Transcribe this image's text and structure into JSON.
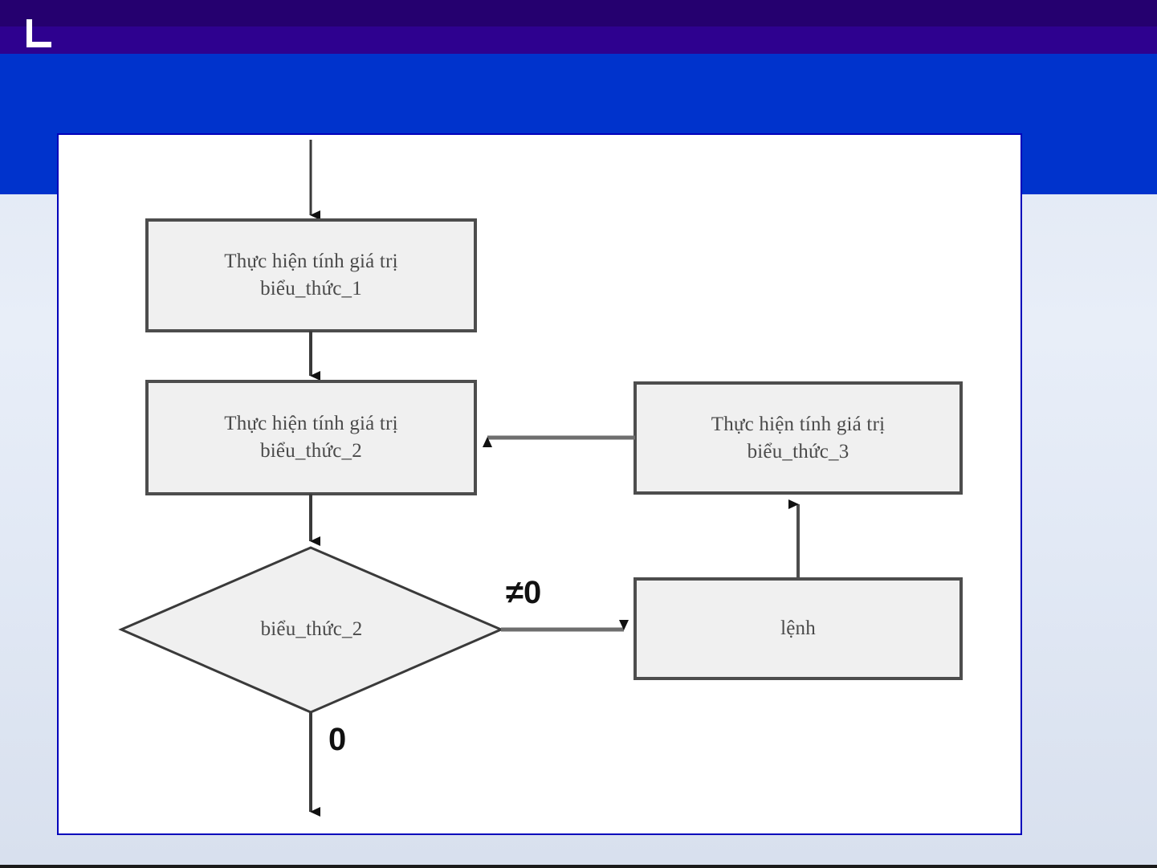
{
  "slide": {
    "background_accent": "#0033cc",
    "band_navy": "#25006f",
    "band_purple": "#2e018f",
    "canvas_border": "#0000bb",
    "canvas_fill": "#ffffff"
  },
  "diagram": {
    "type": "flowchart",
    "shape_fill": "#f0f0f0",
    "shape_stroke": "#4d4d4d",
    "connector_color": "#4d4d4d",
    "nodes": [
      {
        "id": "process-1",
        "shape": "rectangle",
        "line1": "Thực hiện tính giá trị",
        "line2": "biểu_thức_1"
      },
      {
        "id": "process-2",
        "shape": "rectangle",
        "line1": "Thực hiện tính giá trị",
        "line2": "biểu_thức_2"
      },
      {
        "id": "process-3",
        "shape": "rectangle",
        "line1": "Thực hiện tính giá trị",
        "line2": "biểu_thức_3"
      },
      {
        "id": "decision",
        "shape": "diamond",
        "line1": "biểu_thức_2",
        "line2": ""
      },
      {
        "id": "statement",
        "shape": "rectangle",
        "line1": "lệnh",
        "line2": ""
      }
    ],
    "edge_labels": [
      {
        "id": "true-branch",
        "text": "≠0"
      },
      {
        "id": "false-branch",
        "text": "0"
      }
    ]
  }
}
